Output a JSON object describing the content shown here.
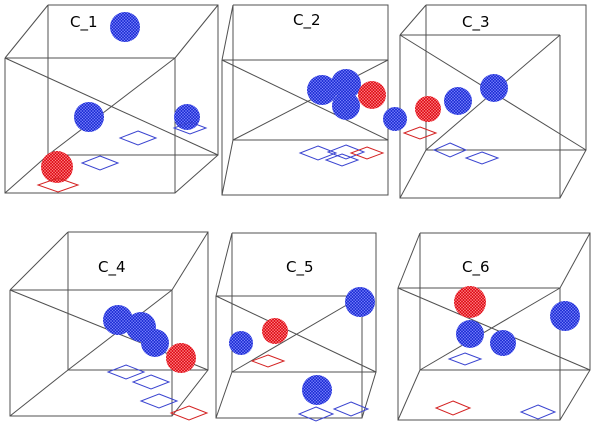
{
  "panels": [
    {
      "label": "C_1"
    },
    {
      "label": "C_2"
    },
    {
      "label": "C_3"
    },
    {
      "label": "C_4"
    },
    {
      "label": "C_5"
    },
    {
      "label": "C_6"
    }
  ],
  "colors": {
    "blue": "#2433d6",
    "red": "#e0141f",
    "blue_outline": "#3a44d0",
    "red_outline": "#d42222",
    "frame": "#505050"
  },
  "markers": {
    "sphere": "wireframe-sphere",
    "shadow": "diamond-projection"
  }
}
